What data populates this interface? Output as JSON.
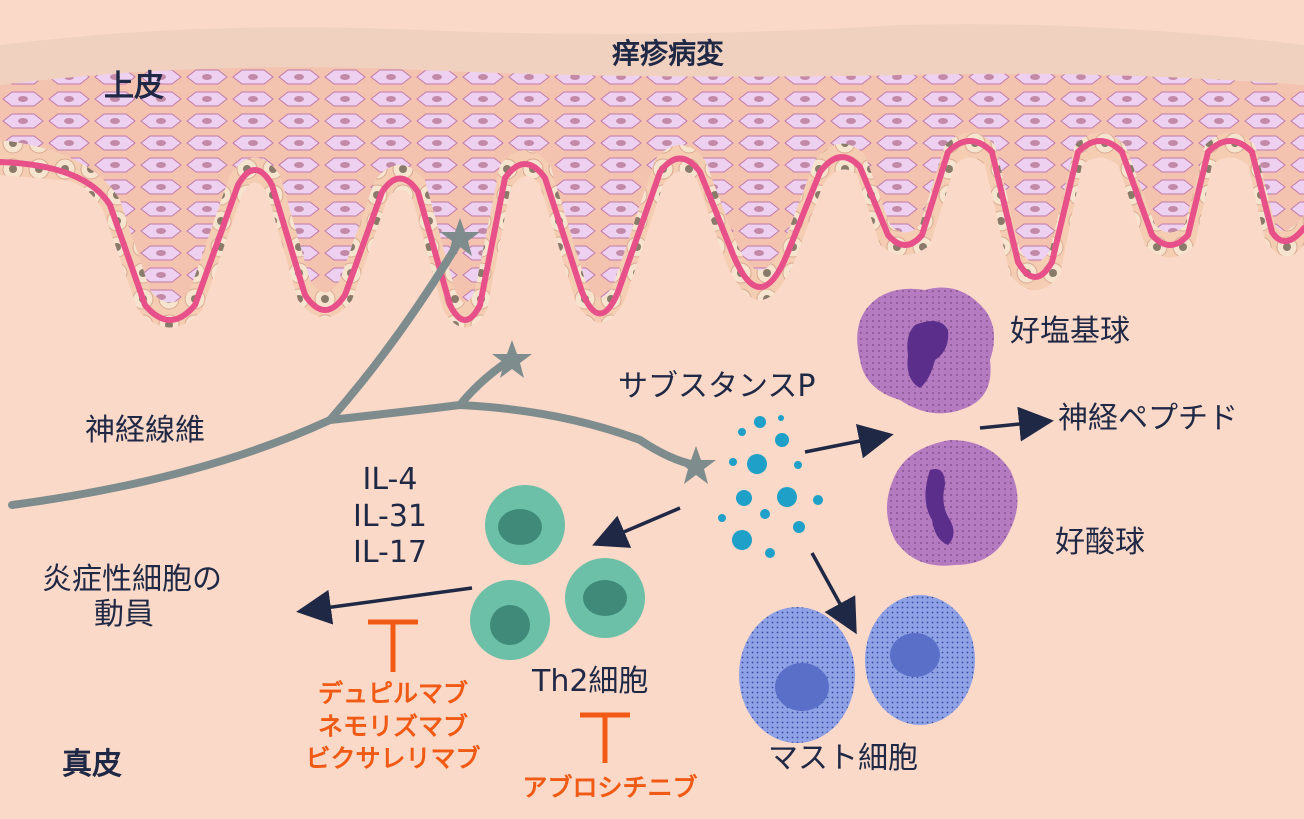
{
  "labels": {
    "epidermis": "上皮",
    "dermis": "真皮",
    "lesion": "痒疹病変",
    "nerve_fiber": "神経線維",
    "substance_p": "サブスタンスP",
    "basophil": "好塩基球",
    "eosinophil": "好酸球",
    "neuropeptide": "神経ペプチド",
    "mast_cell": "マスト細胞",
    "th2_cell": "Th2細胞",
    "inflammatory_line1": "炎症性細胞の",
    "inflammatory_line2": "動員",
    "interleukins": [
      "IL-4",
      "IL-31",
      "IL-17"
    ],
    "biologics": [
      "デュピルマブ",
      "ネモリズマブ",
      "ビクサレリマブ"
    ],
    "jak_inhibitor": "アブロシチニブ"
  },
  "colors": {
    "skin": "#fbd9c8",
    "epidermis": "#f6c9b0",
    "basement_membrane": "#e8508a",
    "nerve": "#7f8c8d",
    "arrow": "#1f2845",
    "th2": "#6cc0a8",
    "mast": "#5a6fc8",
    "granulocyte": "#b57bc0",
    "substance_p": "#1ea0c8",
    "inhibitor": "#f05a14"
  }
}
